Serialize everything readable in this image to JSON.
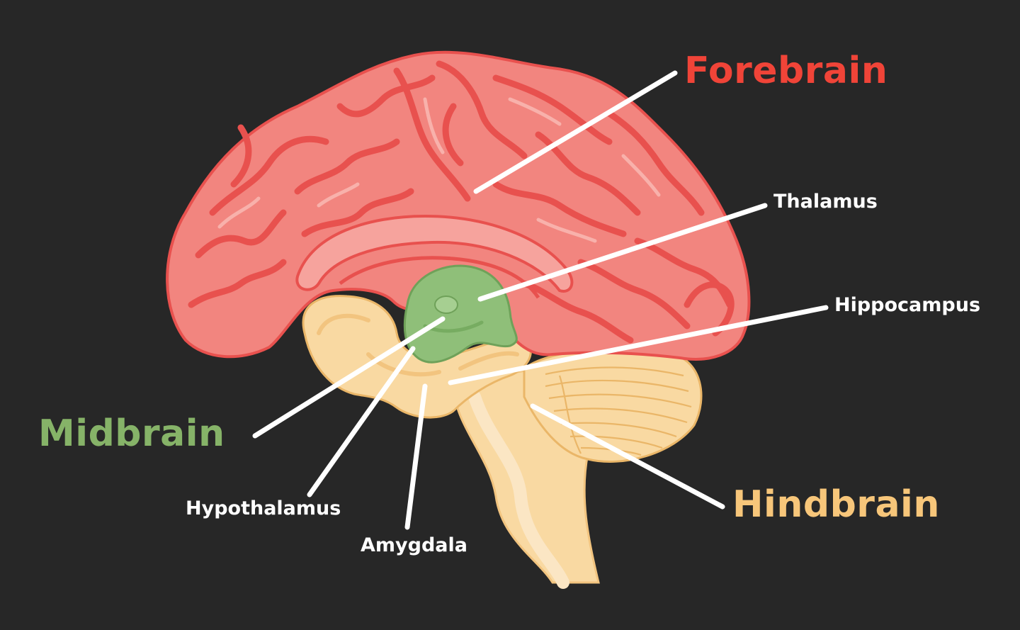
{
  "regions": [
    {
      "id": "forebrain",
      "label": "Forebrain",
      "color": "#f04438"
    },
    {
      "id": "midbrain",
      "label": "Midbrain",
      "color": "#86b368"
    },
    {
      "id": "hindbrain",
      "label": "Hindbrain",
      "color": "#f7c67a"
    }
  ],
  "structures": [
    {
      "id": "thalamus",
      "label": "Thalamus"
    },
    {
      "id": "hippocampus",
      "label": "Hippocampus"
    },
    {
      "id": "hypothalamus",
      "label": "Hypothalamus"
    },
    {
      "id": "amygdala",
      "label": "Amygdala"
    }
  ],
  "colors": {
    "background": "#272727",
    "cortex": "#f2857f",
    "cortex_groove": "#e8514e",
    "midbrain_fill": "#8fbf79",
    "hindbrain_fill": "#f9d9a2",
    "leader_line": "#ffffff"
  }
}
